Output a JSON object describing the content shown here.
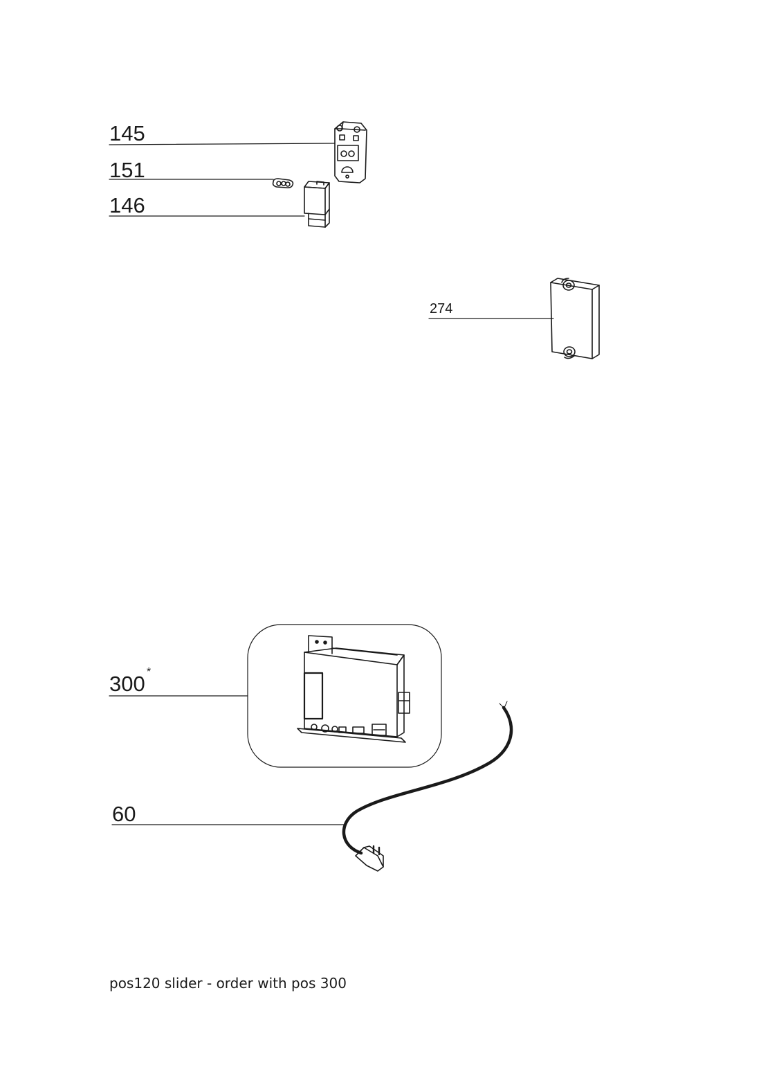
{
  "callouts": {
    "p145": "145",
    "p151": "151",
    "p146": "146",
    "p274": "274",
    "p300": "300",
    "p300_mark": "*",
    "p60": "60"
  },
  "footnote": "pos120 slider - order with pos 300"
}
